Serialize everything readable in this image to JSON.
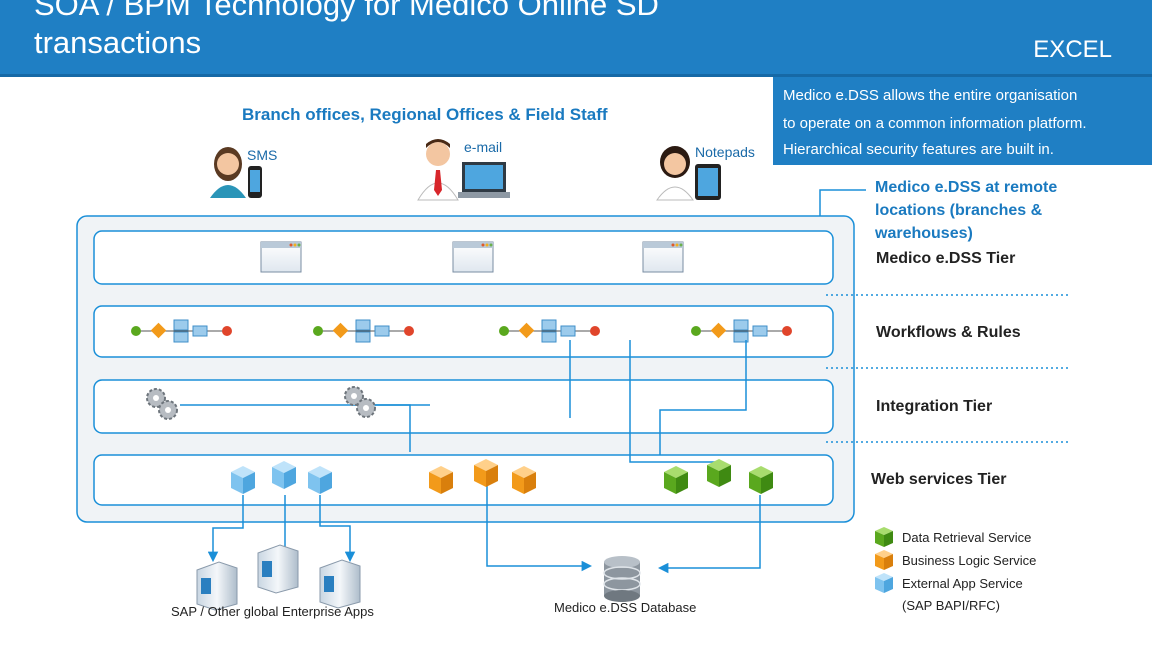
{
  "header": {
    "title_line1": "SOA / BPM Technology for Medico Online SD",
    "title_line2": "transactions",
    "excel": "EXCEL"
  },
  "info_panel": {
    "line1": "Medico e.DSS allows the entire organisation",
    "line2": "to operate on a common information platform.",
    "line3": "Hierarchical security features are built in."
  },
  "users": {
    "heading": "Branch offices, Regional Offices & Field Staff",
    "sms": "SMS",
    "email": "e-mail",
    "notepads": "Notepads"
  },
  "remote_label": {
    "line1": "Medico e.DSS at remote",
    "line2": "locations (branches &",
    "line3": "warehouses)"
  },
  "tiers": {
    "edss": "Medico e.DSS Tier",
    "workflows": "Workflows & Rules",
    "integration": "Integration Tier",
    "webservices": "Web services Tier"
  },
  "legend": {
    "data_retrieval": "Data Retrieval Service",
    "business_logic": "Business Logic Service",
    "external_app": "External App Service",
    "sap_bapi": "(SAP BAPI/RFC)"
  },
  "bottom": {
    "sap_apps": "SAP / Other global Enterprise Apps",
    "database": "Medico e.DSS Database"
  },
  "colors": {
    "header_blue": "#1f7fc4",
    "accent_blue": "#1a7ac0",
    "green": "#5aa81e",
    "orange": "#f29a1a",
    "light_blue": "#7ec3ef"
  }
}
